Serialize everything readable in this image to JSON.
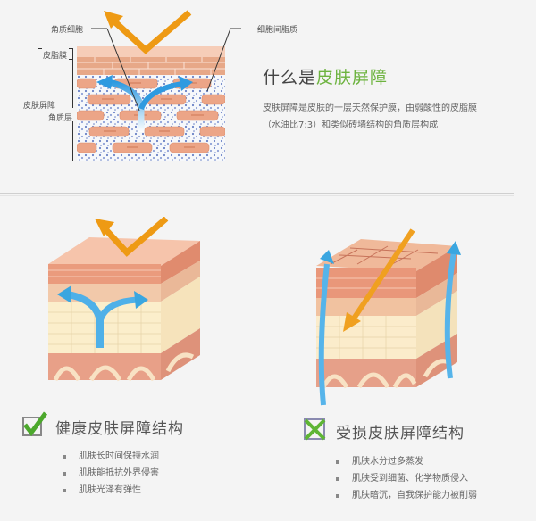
{
  "top_section": {
    "diagram_labels": {
      "corneocyte": "角质细胞",
      "intercellular_lipid": "细胞间脂质",
      "sebum_film": "皮脂膜",
      "skin_barrier": "皮肤屏障",
      "stratum_corneum": "角质层"
    },
    "heading_prefix": "什么是",
    "heading_highlight": "皮肤屏障",
    "description_line1": "皮肤屏障是皮肤的一层天然保护膜，由弱酸性的皮脂膜",
    "description_line2": "（水油比7:3）和类似砖墙结构的角质层构成"
  },
  "healthy": {
    "icon": "checkbox-check-icon",
    "title": "健康皮肤屏障结构",
    "bullets": [
      "肌肤长时间保持水润",
      "肌肤能抵抗外界侵害",
      "肌肤光泽有弹性"
    ]
  },
  "damaged": {
    "icon": "checkbox-cross-icon",
    "title": "受损皮肤屏障结构",
    "bullets": [
      "肌肤水分过多蒸发",
      "肌肤受到细菌、化学物质侵入",
      "肌肤暗沉，自我保护能力被削弱"
    ]
  },
  "colors": {
    "accent_green": "#6db33f",
    "arrow_orange": "#f0a020",
    "arrow_blue": "#3aa6e0",
    "brick": "#e8a184"
  }
}
